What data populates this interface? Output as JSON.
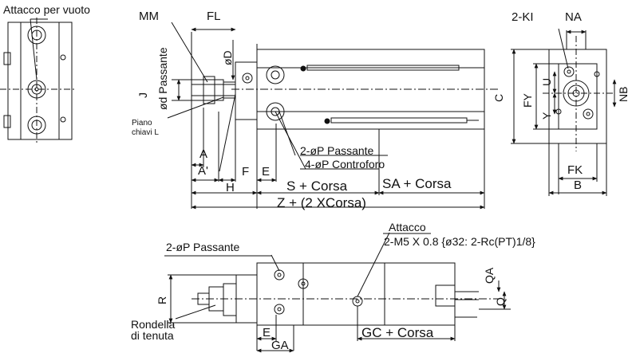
{
  "labels": {
    "vacuum_port": "Attacco per vuoto",
    "mm": "MM",
    "fl": "FL",
    "od": "øD",
    "od_passante_prefix": "ød ",
    "od_passante_suffix": "Passante",
    "j": "J",
    "piano": "Piano",
    "chiavi": "chiavi L",
    "a": "A",
    "a_prime": "A'",
    "h": "H",
    "f": "F",
    "e": "E",
    "two_op_passante": "2-øP Passante",
    "four_op_controforo": "4-øP Controforo",
    "s_corsa": "S + Corsa",
    "sa_corsa": "SA + Corsa",
    "z_corsa": "Z + (2 XCorsa)",
    "two_ki": "2-KI",
    "na": "NA",
    "c": "C",
    "fy": "FY",
    "u": "U",
    "y": "Y",
    "nb": "NB",
    "fk": "FK",
    "b": "B",
    "attacco": "Attacco",
    "port_spec": "2-M5 X 0.8 {ø32: 2-Rc(PT)1/8}",
    "two_op_passante_bottom": "2-øP Passante",
    "r": "R",
    "qa": "QA",
    "q": "Q",
    "rondella": "Rondella",
    "di_tenuta": "di tenuta",
    "e_bottom": "E",
    "ga": "GA",
    "gc_corsa": "GC + Corsa"
  }
}
